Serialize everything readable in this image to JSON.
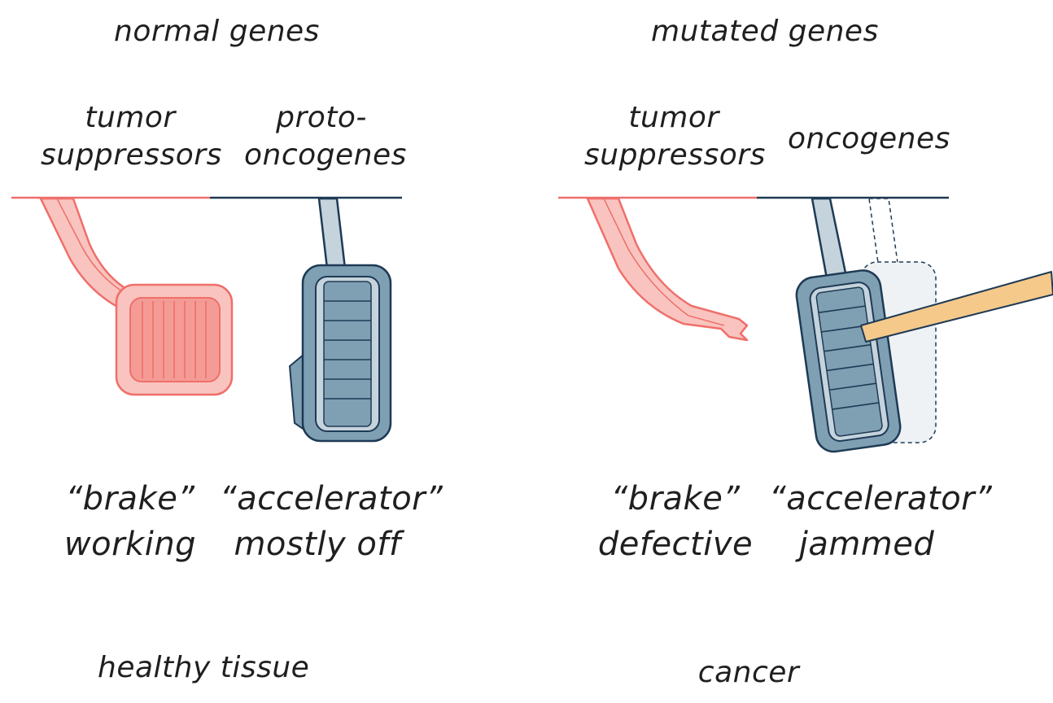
{
  "panels": {
    "left": {
      "heading": "normal genes",
      "col1_label": [
        "tumor",
        "suppressors"
      ],
      "col2_label": [
        "proto-",
        "oncogenes"
      ],
      "col1_caption": [
        "“brake”",
        "working"
      ],
      "col2_caption": [
        "“accelerator”",
        "mostly off"
      ],
      "footer": "healthy tissue"
    },
    "right": {
      "heading": "mutated genes",
      "col1_label": [
        "tumor",
        "suppressors"
      ],
      "col2_label": [
        "oncogenes"
      ],
      "col1_caption": [
        "“brake”",
        "defective"
      ],
      "col2_caption": [
        "“accelerator”",
        "jammed"
      ],
      "footer": "cancer"
    }
  },
  "colors": {
    "brake_fill": "#f9c4bf",
    "brake_stroke": "#ef6f6a",
    "accel_fill": "#7f9fb3",
    "accel_light": "#c5d3dc",
    "accel_stroke": "#1e3a55",
    "stick": "#f5c98a",
    "text": "#1f1f1f"
  }
}
